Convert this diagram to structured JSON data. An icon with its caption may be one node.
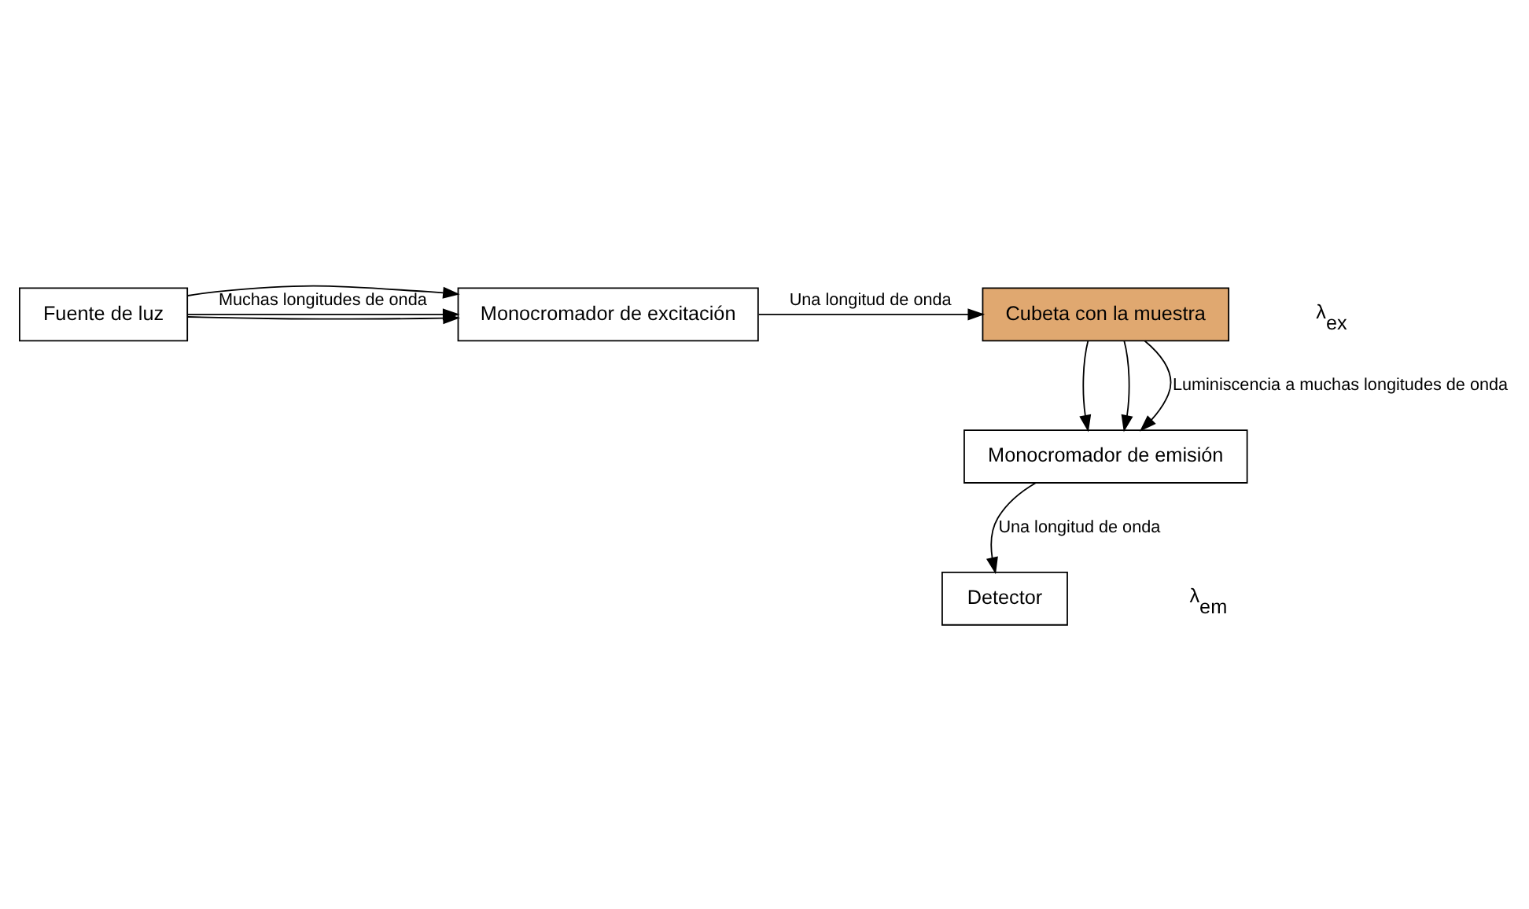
{
  "diagram": {
    "nodes": [
      {
        "text": [
          "Fuente de luz"
        ]
      },
      {
        "text": [
          "Monocromador de excitación"
        ]
      },
      {
        "text": [
          "Cubeta con la muestra"
        ]
      },
      {
        "text": [
          "Monocromador de emisión"
        ]
      },
      {
        "text": [
          "Detector"
        ]
      }
    ],
    "edges": [
      {
        "from": 0,
        "to": 1,
        "arrow": "to",
        "label": "Muchas longitudes de onda"
      },
      {
        "from": 0,
        "to": 1,
        "arrow": "to"
      },
      {
        "from": 0,
        "to": 1,
        "arrow": "to"
      },
      {
        "from": 1,
        "to": 2,
        "arrow": "to",
        "label": "Una longitud de onda"
      },
      {
        "from": 2,
        "to": 3,
        "arrow": "to"
      },
      {
        "from": 2,
        "to": 3,
        "arrow": "to"
      },
      {
        "from": 2,
        "to": 3,
        "arrow": "to",
        "label": "Luminiscencia a muchas longitudes de onda"
      },
      {
        "from": 3,
        "to": 4,
        "arrow": "to",
        "label": "Una longitud de onda"
      }
    ],
    "labels": [
      "λ$_{ex}$",
      "λ$_{em}$"
    ]
  }
}
